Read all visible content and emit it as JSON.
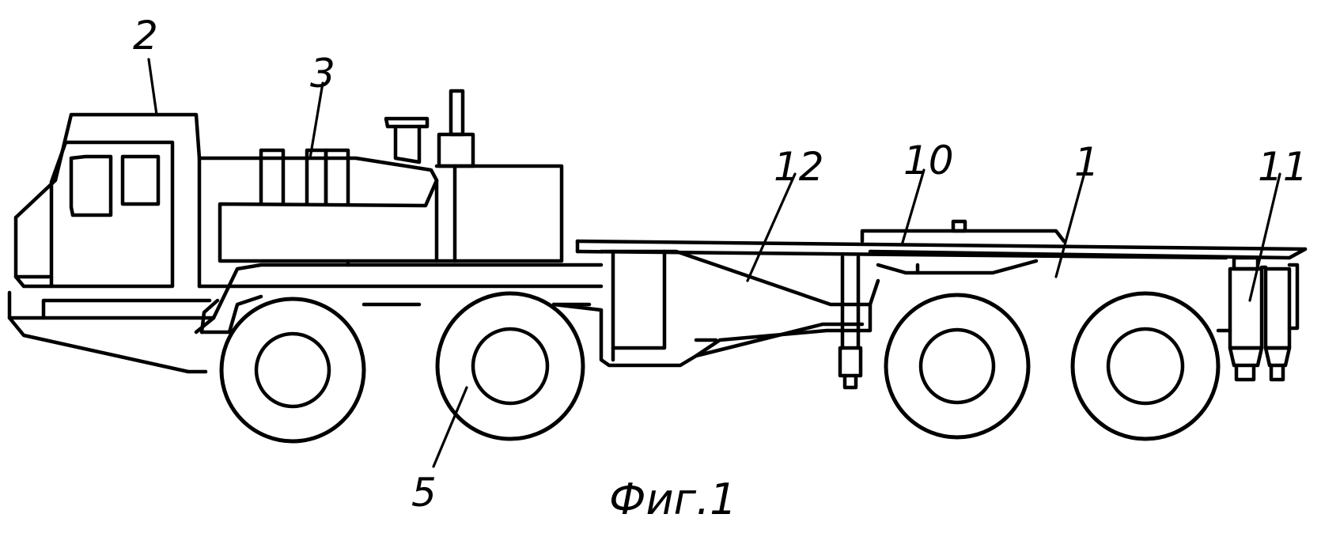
{
  "figure": {
    "caption": "Фиг.1",
    "callouts": {
      "c1": "1",
      "c2": "2",
      "c3": "3",
      "c5": "5",
      "c10": "10",
      "c11": "11",
      "c12": "12"
    }
  },
  "colors": {
    "line": "#000000",
    "background": "#ffffff"
  }
}
